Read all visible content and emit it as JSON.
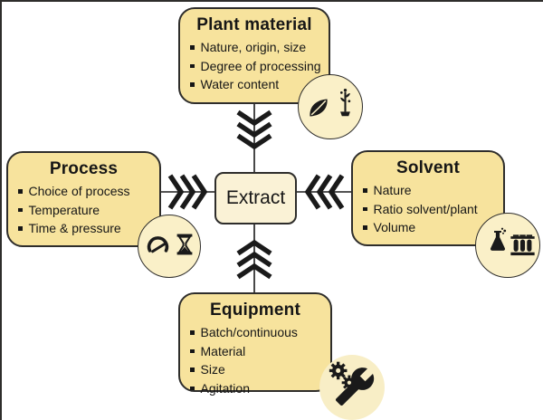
{
  "center": {
    "label": "Extract"
  },
  "boxes": {
    "plant": {
      "title": "Plant material",
      "bullets": [
        "Nature, origin, size",
        "Degree of processing",
        "Water content"
      ],
      "icons": [
        "leaf-icon",
        "sapling-icon"
      ]
    },
    "process": {
      "title": "Process",
      "bullets": [
        "Choice of process",
        "Temperature",
        "Time & pressure"
      ],
      "icons": [
        "gauge-icon",
        "hourglass-icon"
      ]
    },
    "solvent": {
      "title": "Solvent",
      "bullets": [
        "Nature",
        "Ratio solvent/plant",
        "Volume"
      ],
      "icons": [
        "flask-icon",
        "test-tubes-icon"
      ]
    },
    "equipment": {
      "title": "Equipment",
      "bullets": [
        "Batch/continuous",
        "Material",
        "Size",
        "Agitation"
      ],
      "icons": [
        "gears-icon",
        "wrench-icon"
      ]
    }
  },
  "arrows": [
    {
      "from": "plant",
      "to": "extract",
      "direction": "down"
    },
    {
      "from": "process",
      "to": "extract",
      "direction": "right"
    },
    {
      "from": "solvent",
      "to": "extract",
      "direction": "left"
    },
    {
      "from": "equipment",
      "to": "extract",
      "direction": "up"
    }
  ],
  "colors": {
    "background": "#ffffff",
    "box_fill": "#f7e39d",
    "box_border": "#2e2d2b",
    "center_fill": "#faf2d6",
    "circle_fill": "#faf0c8",
    "equipment_circle_fill": "#f8eec6",
    "arrow": "#1a1a1a",
    "text": "#161616"
  }
}
